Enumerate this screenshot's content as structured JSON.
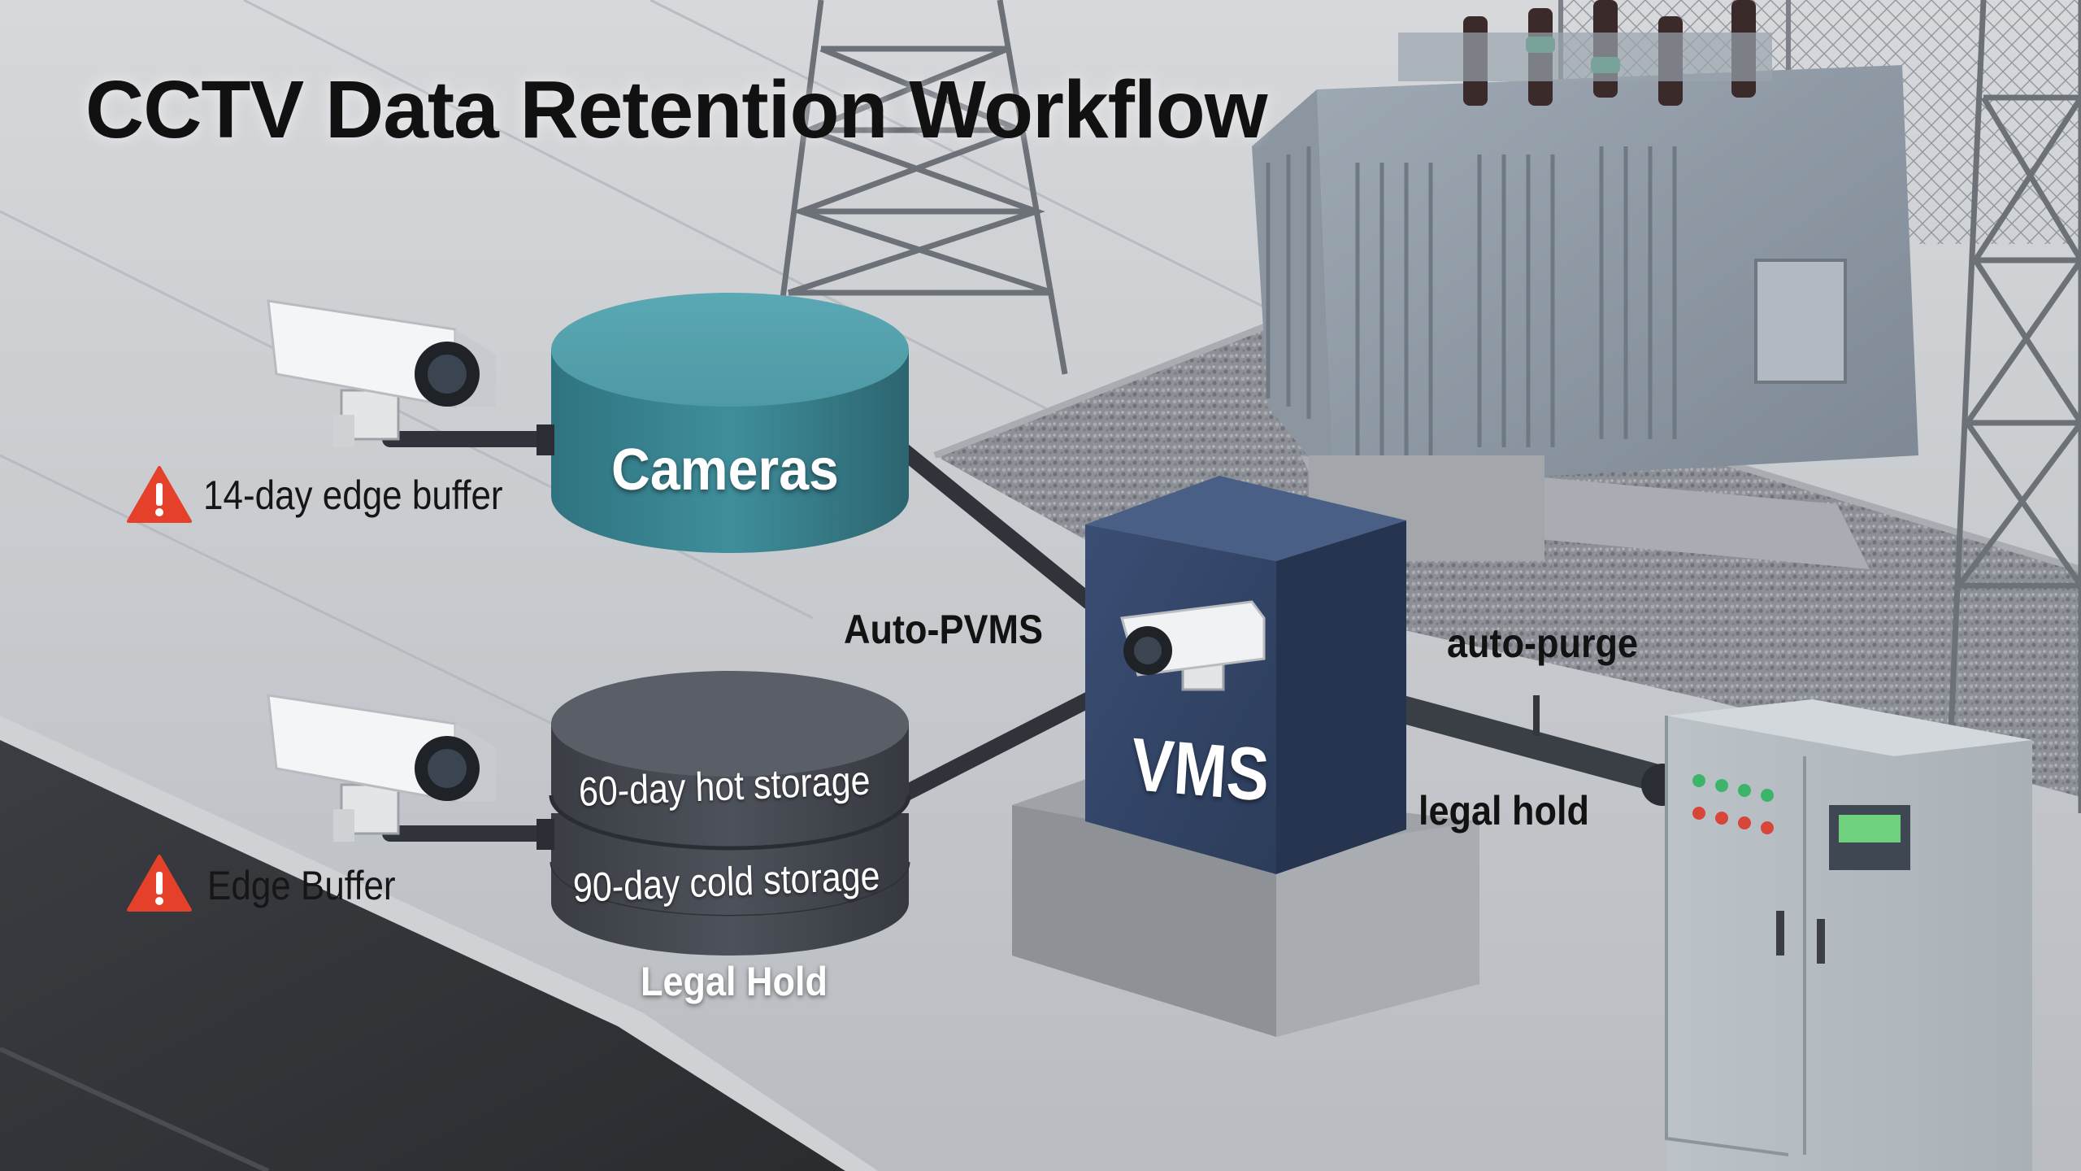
{
  "title": "CCTV Data Retention Workflow",
  "nodes": {
    "cameras": "Cameras",
    "vms": "VMS"
  },
  "storage": {
    "hot": "60-day hot storage",
    "cold": "90-day cold storage"
  },
  "labels": {
    "edge_buffer_top": "14-day edge buffer",
    "edge_buffer_bottom": "Edge Buffer",
    "auto_pvms": "Auto-PVMS",
    "auto_purge": "auto-purge",
    "legal_hold_lower": "legal hold",
    "legal_hold_storage": "Legal Hold"
  },
  "icons": [
    "cctv-camera-icon",
    "warning-icon"
  ],
  "colors": {
    "cameras_cylinder": "#3f8e9b",
    "storage_cylinder": "#4b4f57",
    "vms_box": "#34476a",
    "warning": "#e4402a"
  }
}
